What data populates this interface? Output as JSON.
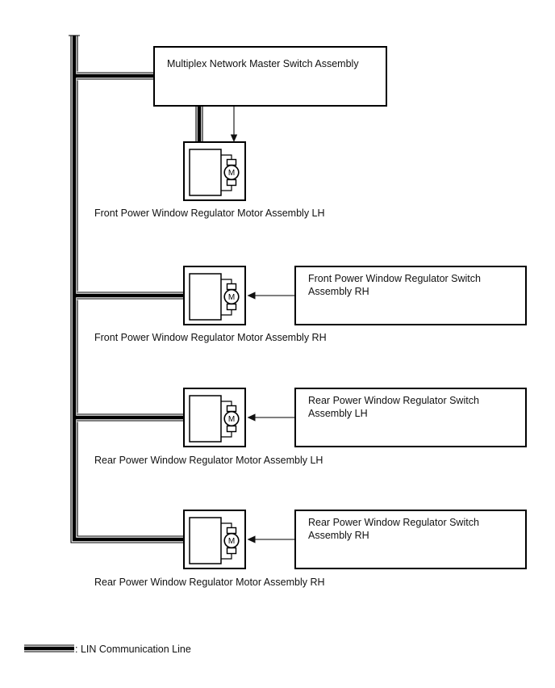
{
  "diagram": {
    "master_label": "Multiplex Network Master Switch Assembly",
    "motor_letter": "M",
    "rows": [
      {
        "motor_label": "Front Power Window Regulator Motor Assembly LH"
      },
      {
        "motor_label": "Front Power Window Regulator Motor Assembly RH",
        "switch_label": "Front Power Window Regulator Switch Assembly RH"
      },
      {
        "motor_label": "Rear Power Window Regulator Motor Assembly LH",
        "switch_label": "Rear Power Window Regulator Switch Assembly LH"
      },
      {
        "motor_label": "Rear Power Window Regulator Motor Assembly RH",
        "switch_label": "Rear Power Window Regulator Switch Assembly RH"
      }
    ],
    "legend": {
      "text": ": LIN Communication Line"
    },
    "colors": {
      "line": "#000000",
      "connector": "#333333",
      "background": "#ffffff",
      "text": "#111111"
    }
  }
}
